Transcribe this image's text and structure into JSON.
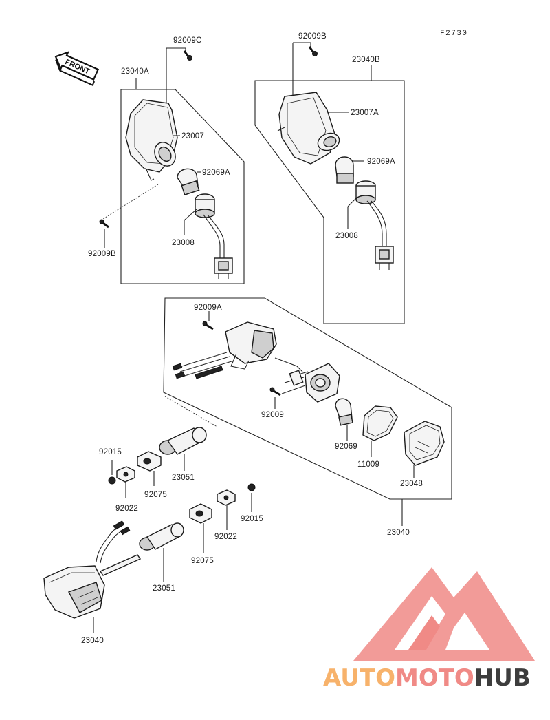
{
  "figure_code": "F2730",
  "direction_marker": "FRONT",
  "labels": {
    "l_92009C": "92009C",
    "l_23040A": "23040A",
    "l_23007": "23007",
    "l_92069A_left": "92069A",
    "l_92009B_left": "92009B",
    "l_23008_left": "23008",
    "l_92009B_right": "92009B",
    "l_23040B": "23040B",
    "l_23007A": "23007A",
    "l_92069A_right": "92069A",
    "l_23008_right": "23008",
    "l_92009A": "92009A",
    "l_92009": "92009",
    "l_92069": "92069",
    "l_11009": "11009",
    "l_23048": "23048",
    "l_23040_group": "23040",
    "l_92015_left": "92015",
    "l_92022_left": "92022",
    "l_92075_left": "92075",
    "l_23051_upper": "23051",
    "l_92015_right": "92015",
    "l_92022_right": "92022",
    "l_92075_right": "92075",
    "l_23051_lower": "23051",
    "l_23040_bottom": "23040"
  },
  "watermark": {
    "part1": "AUTO",
    "part2": "MOTO",
    "part3": "HUB",
    "color_auto": "#f7b26b",
    "color_moto": "#f08a86",
    "color_hub": "#3d3d3d",
    "logo_color": "#f08a86"
  }
}
